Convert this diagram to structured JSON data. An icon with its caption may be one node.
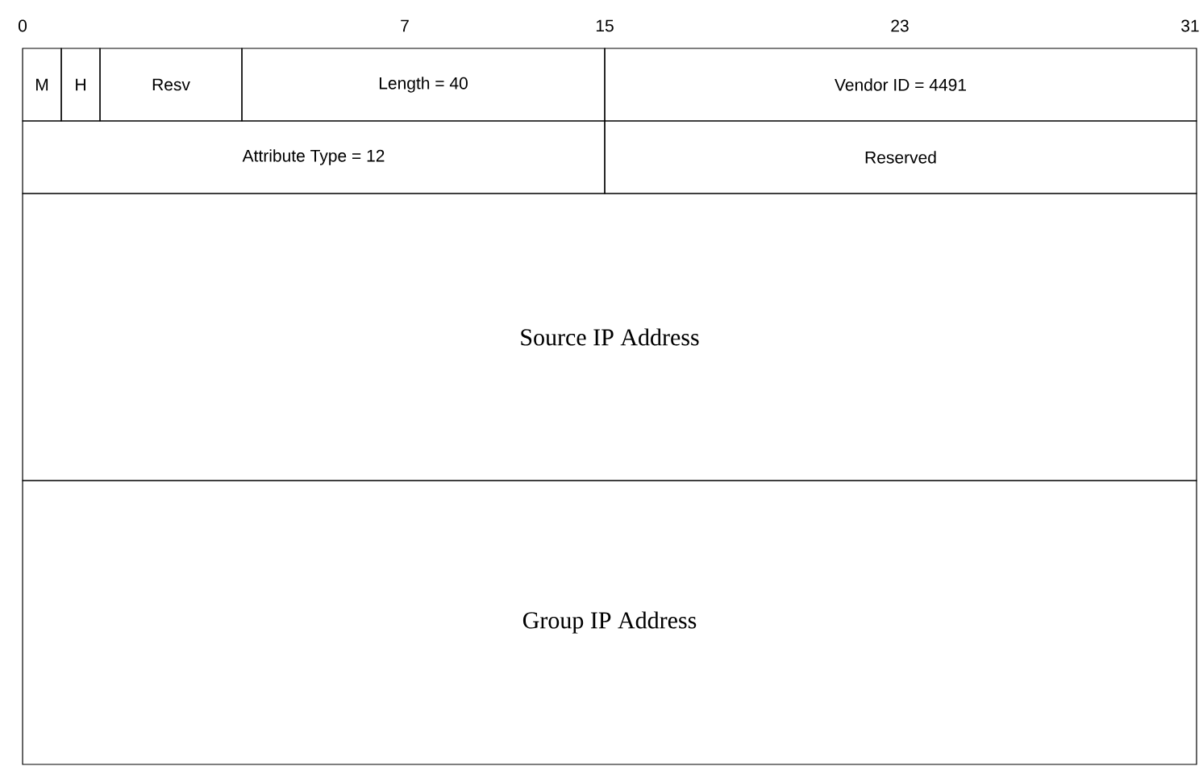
{
  "diagram": {
    "nodes": [
      {
        "text": [
          "M"
        ]
      },
      {
        "text": [
          "H"
        ]
      },
      {
        "text": [
          "Resv"
        ]
      },
      {
        "text": [
          "Length = 40"
        ]
      },
      {
        "text": [
          "Vendor ID = 4491"
        ]
      },
      {
        "text": [
          "Attribute Type = 12"
        ]
      },
      {
        "text": [
          "Reserved"
        ]
      },
      {
        "text": [
          "Source IP Address"
        ]
      },
      {
        "text": [
          "Group IP Address"
        ]
      }
    ],
    "edges": [],
    "labels": [
      "0",
      "7",
      "15",
      "23",
      "31"
    ]
  }
}
